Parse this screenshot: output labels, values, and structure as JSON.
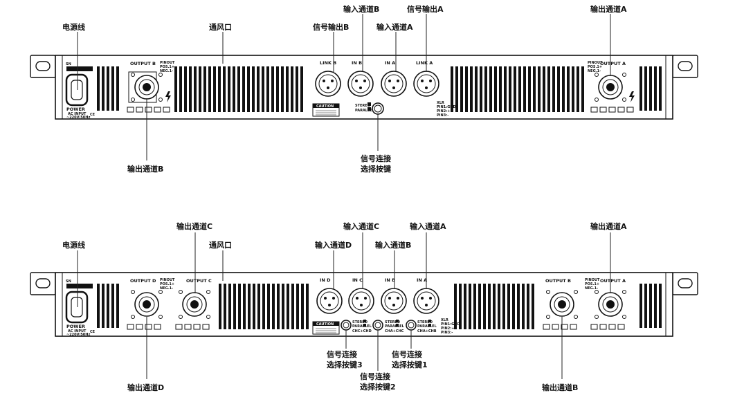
{
  "diagram1": {
    "callouts": {
      "power_cord": "电源线",
      "vent": "通风口",
      "signal_out_b": "信号输出B",
      "input_b": "输入通道B",
      "input_a": "输入通道A",
      "signal_out_a": "信号输出A",
      "output_a": "输出通道A",
      "output_b": "输出通道B",
      "select_key_l1": "信号连接",
      "select_key_l2": "选择按键"
    },
    "panel": {
      "sn": "SN",
      "power": "POWER",
      "ac_input": "AC INPUT",
      "voltage": "~220V/50Hz",
      "ce": "CE",
      "output_b": "OUTPUT B",
      "output_a": "OUTPUT A",
      "pinout": "PINOUT",
      "pos": "POS.1+",
      "neg": "NEG.1-",
      "link_b": "LINK B",
      "link_a": "LINK A",
      "in_b": "IN B",
      "in_a": "IN A",
      "caution": "CAUTION",
      "stereo": "STEREO",
      "parallel": "PARALLEL",
      "xlr": "XLR",
      "pin_gnd": "PIN1:GND",
      "pin2": "PIN2:+",
      "pin3": "PIN3:-"
    }
  },
  "diagram2": {
    "callouts": {
      "power_cord": "电源线",
      "output_c": "输出通道C",
      "vent": "通风口",
      "input_d": "输入通道D",
      "input_c": "输入通道C",
      "input_b": "输入通道B",
      "input_a": "输入通道A",
      "output_a": "输出通道A",
      "output_d": "输出通道D",
      "output_b": "输出通道B",
      "key3_l1": "信号连接",
      "key3_l2": "选择按键3",
      "key2_l1": "信号连接",
      "key2_l2": "选择按键2",
      "key1_l1": "信号连接",
      "key1_l2": "选择按键1"
    },
    "panel": {
      "sn": "SN",
      "power": "POWER",
      "ac_input": "AC INPUT",
      "voltage": "~220V/50Hz",
      "ce": "CE",
      "output_d": "OUTPUT D",
      "output_c": "OUTPUT C",
      "output_b": "OUTPUT B",
      "output_a": "OUTPUT A",
      "pinout": "PINOUT",
      "pos": "POS.1+",
      "neg": "NEG.1-",
      "in_d": "IN D",
      "in_c": "IN C",
      "in_b": "IN B",
      "in_a": "IN A",
      "caution": "CAUTION",
      "stereo": "STEREO",
      "parallel": "PARALLEL",
      "cha_chd": "CHC+CHD",
      "cha_chc": "CHA+CHC",
      "cha_chb": "CHA+CHB",
      "xlr": "XLR",
      "pin_gnd": "PIN1:GND",
      "pin2": "PIN2:+",
      "pin3": "PIN3:-"
    }
  }
}
